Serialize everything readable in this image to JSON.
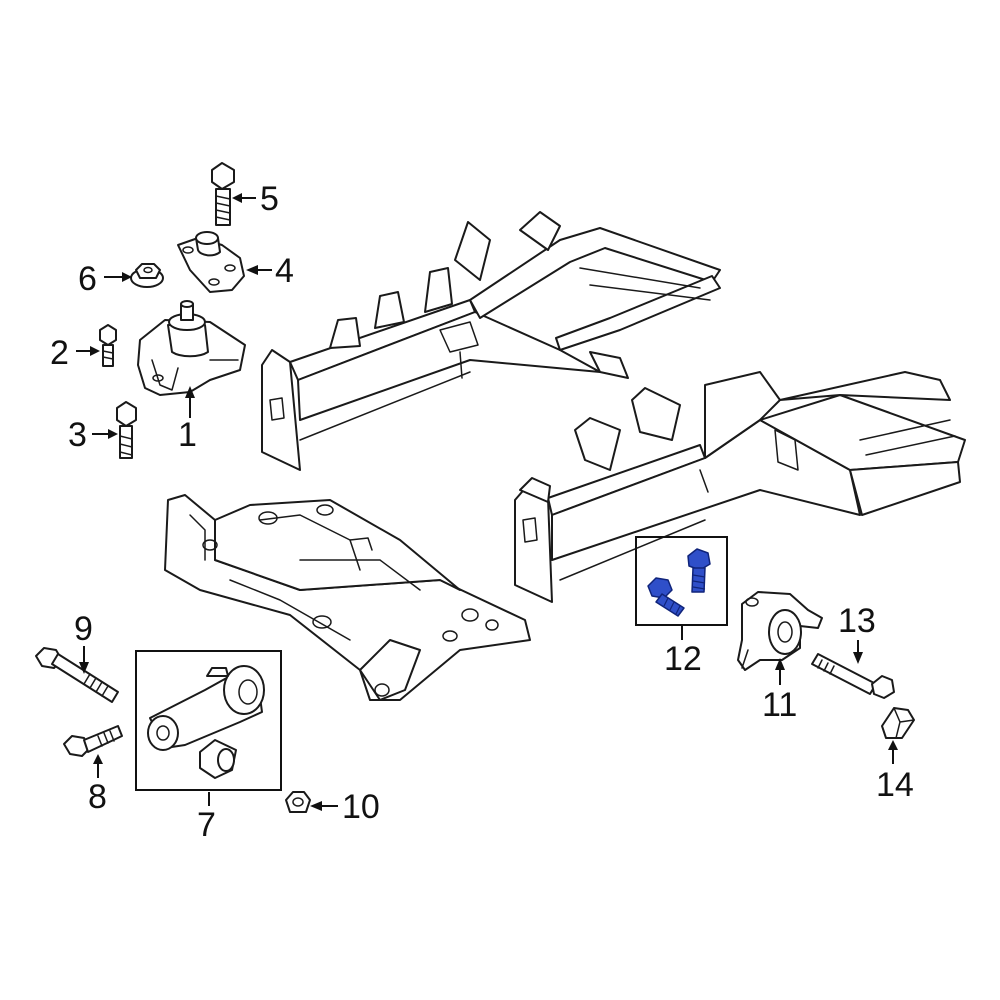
{
  "callouts": [
    {
      "id": "1",
      "label": "1"
    },
    {
      "id": "2",
      "label": "2"
    },
    {
      "id": "3",
      "label": "3"
    },
    {
      "id": "4",
      "label": "4"
    },
    {
      "id": "5",
      "label": "5"
    },
    {
      "id": "6",
      "label": "6"
    },
    {
      "id": "7",
      "label": "7"
    },
    {
      "id": "8",
      "label": "8"
    },
    {
      "id": "9",
      "label": "9"
    },
    {
      "id": "10",
      "label": "10"
    },
    {
      "id": "11",
      "label": "11"
    },
    {
      "id": "12",
      "label": "12"
    },
    {
      "id": "13",
      "label": "13"
    },
    {
      "id": "14",
      "label": "14"
    }
  ],
  "highlight": {
    "part": "12",
    "color": "#2f4fc9"
  }
}
